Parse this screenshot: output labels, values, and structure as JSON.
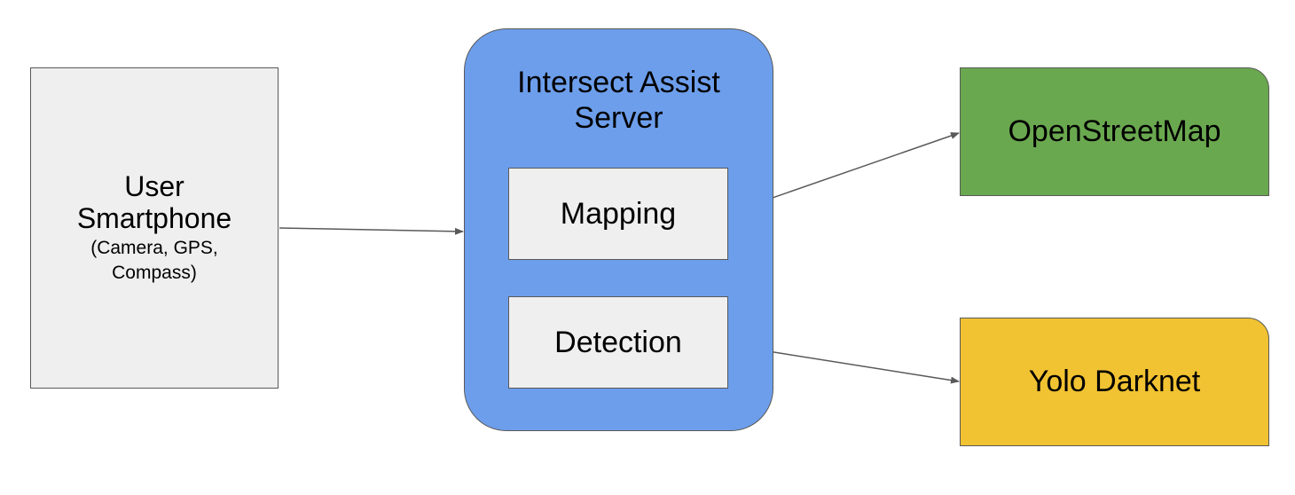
{
  "nodes": {
    "smartphone": {
      "label": "User\nSmartphone",
      "sublabel": "(Camera, GPS,\nCompass)"
    },
    "server": {
      "label": "Intersect Assist\nServer"
    },
    "mapping": {
      "label": "Mapping"
    },
    "detection": {
      "label": "Detection"
    },
    "openstreetmap": {
      "label": "OpenStreetMap",
      "color": "#6aa84f"
    },
    "yolo": {
      "label": "Yolo Darknet",
      "color": "#f1c232"
    }
  },
  "edges": [
    {
      "from": "smartphone",
      "to": "server"
    },
    {
      "from": "mapping",
      "to": "openstreetmap"
    },
    {
      "from": "detection",
      "to": "yolo"
    }
  ]
}
